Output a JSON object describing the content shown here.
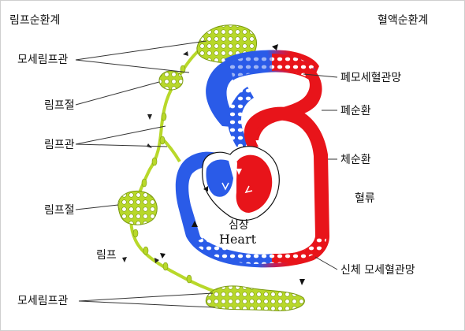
{
  "titles": {
    "lymph_system": "림프순환계",
    "blood_system": "혈액순환계"
  },
  "left_labels": {
    "lymph_capillary_top": "모세림프관",
    "lymph_node_top": "림프절",
    "lymph_vessel": "림프관",
    "lymph_node_bottom": "림프절",
    "lymph": "림프",
    "lymph_capillary_bottom": "모세림프관"
  },
  "right_labels": {
    "pulmonary_capillary_net": "폐모세혈관망",
    "pulmonary_circulation": "폐순환",
    "systemic_circulation": "체순환",
    "blood_flow": "혈류",
    "body_capillary_net": "신체 모세혈관망"
  },
  "heart": {
    "korean": "심장",
    "english": "Heart"
  },
  "colors": {
    "lymph": "#b8d82a",
    "lymph_dark": "#7a9a10",
    "vein": "#2a5be8",
    "artery": "#e8141a",
    "text": "#111111"
  }
}
